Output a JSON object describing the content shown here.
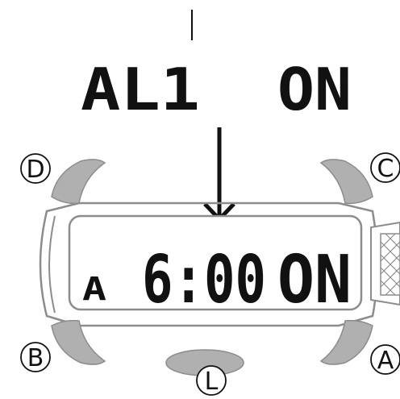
{
  "header_display": {
    "left_text": "AL1",
    "right_text": "ON"
  },
  "watch_display": {
    "indicator": "A",
    "time": "6:00",
    "status": "ON"
  },
  "buttons": {
    "top_left": "D",
    "top_right": "C",
    "bottom_left": "B",
    "bottom_right": "A",
    "bottom_center": "L"
  },
  "colors": {
    "button_fill": "#b0b0b0",
    "outline": "#8c8c8c",
    "text": "#111111"
  }
}
